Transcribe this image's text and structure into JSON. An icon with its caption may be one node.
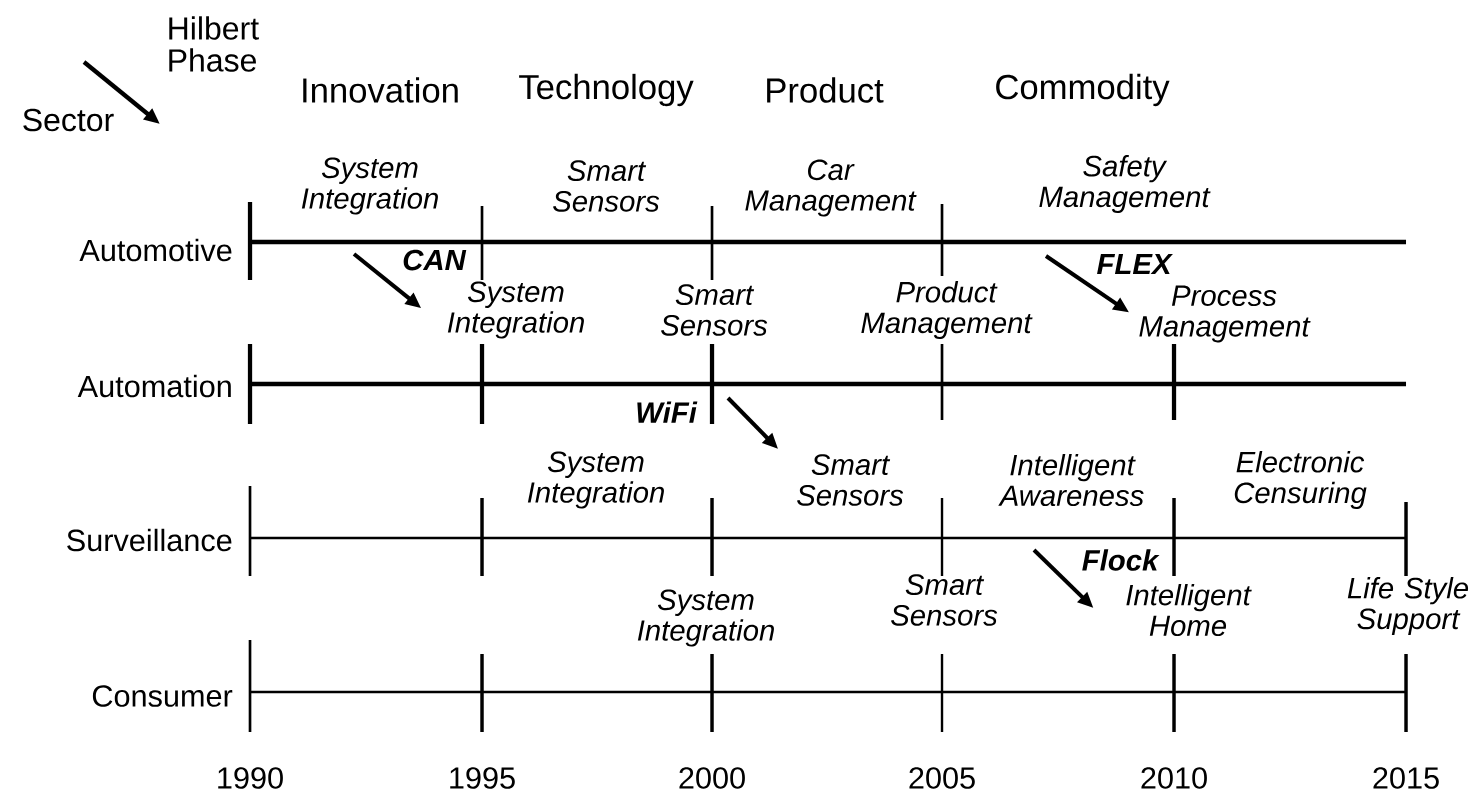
{
  "diagram": {
    "nodes": [
      {
        "text": [
          "System Integration"
        ]
      },
      {
        "text": [
          "Process Management"
        ]
      },
      {
        "text": [
          "Smart Sensors"
        ]
      },
      {
        "text": [
          "Intelligent Home"
        ]
      }
    ],
    "edges": [
      {
        "from": null,
        "to": 0,
        "arrow": "to"
      },
      {
        "from": null,
        "to": 1,
        "arrow": "to"
      },
      {
        "from": null,
        "to": 2,
        "arrow": "to"
      },
      {
        "from": null,
        "to": 3,
        "arrow": "to"
      }
    ],
    "labels": [
      "Hilbert Phase",
      "Sector",
      "Innovation",
      "Technology",
      "Product",
      "Commodity",
      "System Integration",
      "Smart Sensors",
      "Car Management",
      "Safety Management",
      "Automotive",
      "CAN",
      "FLEX",
      "Smart Sensors",
      "Product Management",
      "Automation",
      "WiFi",
      "System Integration",
      "Intelligent Awareness",
      "Electronic Censuring",
      "Surveillance",
      "Flock",
      "System Integration",
      "Smart Sensors",
      "Life Style Support",
      "Consumer",
      "1990",
      "1995",
      "2000",
      "2005",
      "2010",
      "2015"
    ]
  }
}
